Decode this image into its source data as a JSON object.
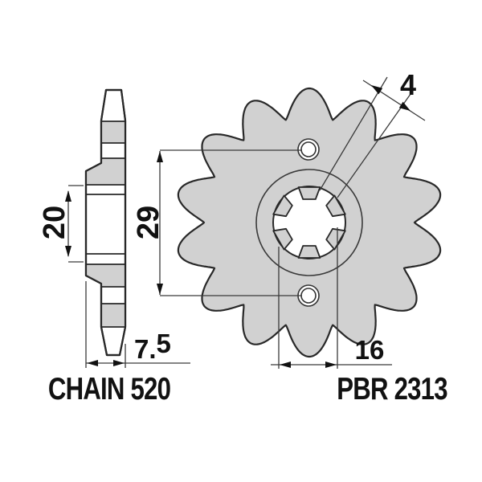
{
  "drawing": {
    "chain_label": "CHAIN 520",
    "part_label": "PBR 2313",
    "dimensions": {
      "hub_length": "20",
      "hole_distance": "29",
      "tooth_thickness": "4",
      "profile_width_main": "7.",
      "profile_width_sup": "5",
      "tooth_pocket": "16"
    },
    "colors": {
      "body_gray": "#d1d1d1",
      "outline": "#282828",
      "text": "#111111"
    }
  }
}
